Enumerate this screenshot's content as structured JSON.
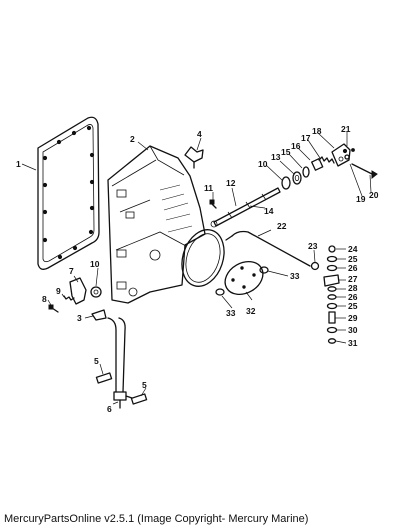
{
  "diagram": {
    "callouts": [
      "1",
      "2",
      "3",
      "4",
      "5",
      "5",
      "6",
      "7",
      "8",
      "9",
      "10",
      "10",
      "11",
      "12",
      "13",
      "14",
      "15",
      "16",
      "17",
      "18",
      "19",
      "20",
      "21",
      "22",
      "23",
      "24",
      "25",
      "26",
      "27",
      "28",
      "26",
      "25",
      "29",
      "30",
      "31",
      "32",
      "33",
      "33"
    ]
  },
  "footer": {
    "text": "MercuryPartsOnline v2.5.1 (Image Copyright- Mercury Marine)"
  }
}
